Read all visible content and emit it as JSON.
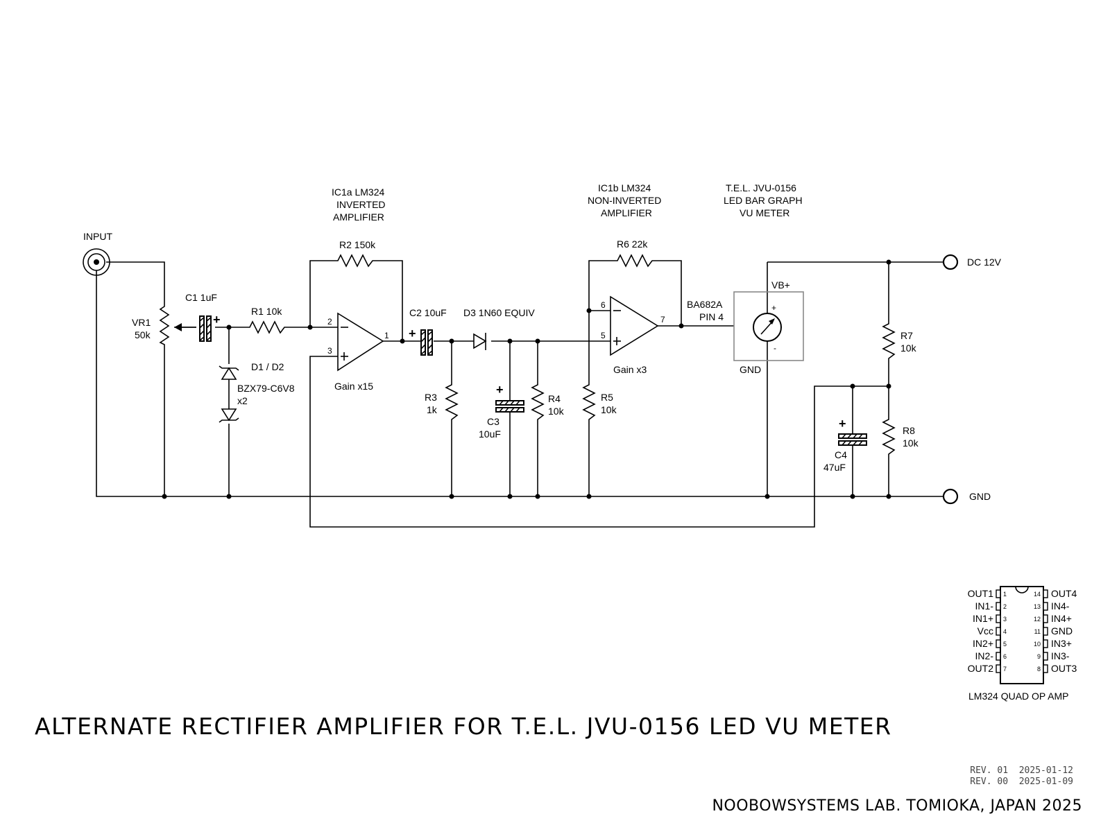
{
  "title": "ALTERNATE RECTIFIER AMPLIFIER FOR T.E.L. JVU-0156  LED VU METER",
  "revisions": [
    "REV. 01  2025-01-12",
    "REV. 00  2025-01-09"
  ],
  "credit": "NOOBOWSYSTEMS LAB. TOMIOKA, JAPAN 2025",
  "connectors": {
    "input": "INPUT",
    "dc": "DC 12V",
    "gnd": "GND"
  },
  "components": {
    "vr1": [
      "VR1",
      "50k"
    ],
    "c1": "C1 1uF",
    "r1": "R1 10k",
    "d1d2": [
      "D1 / D2",
      "BZX79-C6V8",
      "x2"
    ],
    "ic1a": [
      "IC1a LM324",
      "INVERTED",
      "AMPLIFIER"
    ],
    "r2": "R2 150k",
    "gain1": "Gain x15",
    "c2": "C2 10uF",
    "d3": "D3 1N60 EQUIV",
    "r3": [
      "R3",
      "1k"
    ],
    "c3": [
      "C3",
      "10uF"
    ],
    "r4": [
      "R4",
      "10k"
    ],
    "r5": [
      "R5",
      "10k"
    ],
    "ic1b": [
      "IC1b LM324",
      "NON-INVERTED",
      "AMPLIFIER"
    ],
    "r6": "R6 22k",
    "gain2": "Gain x3",
    "ba682": [
      "BA682A",
      "PIN 4"
    ],
    "meter": [
      "T.E.L.  JVU-0156",
      "LED BAR GRAPH",
      "VU METER"
    ],
    "vb": "VB+",
    "meter_gnd": "GND",
    "r7": [
      "R7",
      "10k"
    ],
    "r8": [
      "R8",
      "10k"
    ],
    "c4": [
      "C4",
      "47uF"
    ]
  },
  "pins": {
    "p1": "1",
    "p2": "2",
    "p3": "3",
    "p5": "5",
    "p6": "6",
    "p7": "7",
    "plus": "+",
    "minus": "-"
  },
  "chip": {
    "label": "LM324 QUAD OP AMP",
    "left": [
      {
        "num": "1",
        "name": "OUT1"
      },
      {
        "num": "2",
        "name": "IN1-"
      },
      {
        "num": "3",
        "name": "IN1+"
      },
      {
        "num": "4",
        "name": "Vcc"
      },
      {
        "num": "5",
        "name": "IN2+"
      },
      {
        "num": "6",
        "name": "IN2-"
      },
      {
        "num": "7",
        "name": "OUT2"
      }
    ],
    "right": [
      {
        "num": "14",
        "name": "OUT4"
      },
      {
        "num": "13",
        "name": "IN4-"
      },
      {
        "num": "12",
        "name": "IN4+"
      },
      {
        "num": "11",
        "name": "GND"
      },
      {
        "num": "10",
        "name": "IN3+"
      },
      {
        "num": "9",
        "name": "IN3-"
      },
      {
        "num": "8",
        "name": "OUT3"
      }
    ]
  },
  "icons": [
    "input-jack-icon",
    "terminal-icon",
    "meter-gauge-icon",
    "ic-package-icon"
  ]
}
